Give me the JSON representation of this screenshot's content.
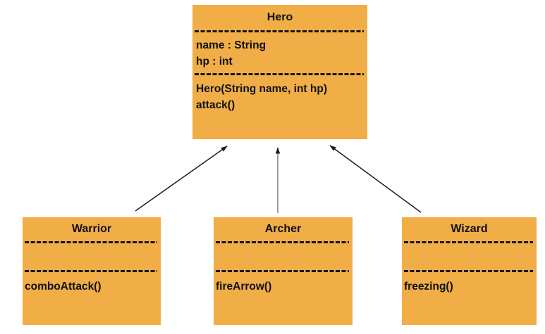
{
  "diagram": {
    "type": "uml-class-diagram",
    "colors": {
      "box_fill": "#F1AD46",
      "arrow_black": "#1c1c1c",
      "arrow_gray": "#8d8d8d",
      "background": "#ffffff",
      "text": "#101010"
    },
    "classes": [
      {
        "name": "Hero",
        "attributes": [
          "name : String",
          "hp : int"
        ],
        "methods": [
          "Hero(String name, int hp)",
          "attack()"
        ]
      },
      {
        "name": "Warrior",
        "attributes": [],
        "methods": [
          "comboAttack()"
        ]
      },
      {
        "name": "Archer",
        "attributes": [],
        "methods": [
          "fireArrow()"
        ]
      },
      {
        "name": "Wizard",
        "attributes": [],
        "methods": [
          "freezing()"
        ]
      }
    ],
    "relations": [
      {
        "from": "Warrior",
        "to": "Hero"
      },
      {
        "from": "Archer",
        "to": "Hero"
      },
      {
        "from": "Wizard",
        "to": "Hero"
      }
    ]
  }
}
